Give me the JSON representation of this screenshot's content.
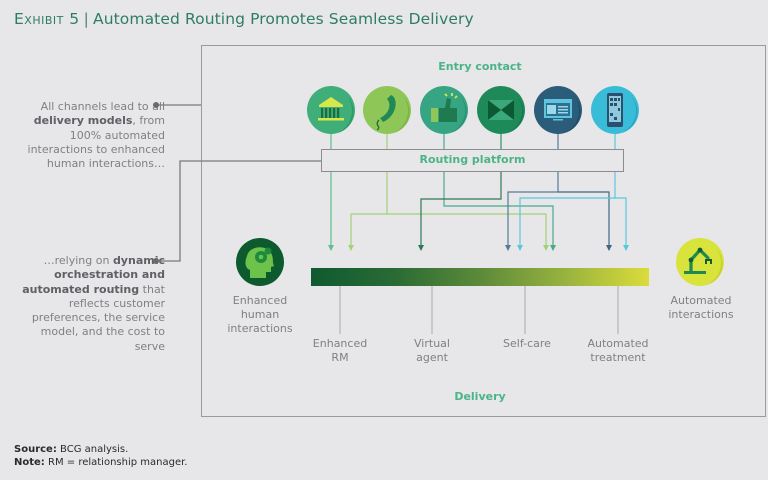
{
  "title": {
    "exhibit": "Exhibit 5",
    "separator": "|",
    "text": "Automated Routing Promotes Seamless Delivery"
  },
  "side_notes": [
    {
      "pre": "All channels lead to all ",
      "bold": "delivery models",
      "post": ", from 100% automated interactions to enhanced human interactions…"
    },
    {
      "pre": "…relying on ",
      "bold": "dynamic orchestration and automated routing",
      "post": " that reflects customer preferences, the service model, and the cost to serve"
    }
  ],
  "diagram": {
    "entry_label": "Entry contact",
    "routing_label": "Routing platform",
    "delivery_label": "Delivery",
    "channels": [
      {
        "icon": "bank-icon",
        "color": "#3fae78",
        "routes_to": [
          "Enhanced RM"
        ]
      },
      {
        "icon": "phone-icon",
        "color": "#8ec757",
        "routes_to": [
          "Enhanced RM",
          "Self-care"
        ]
      },
      {
        "icon": "thumbs-up-icon",
        "color": "#37a583",
        "routes_to": [
          "Self-care"
        ]
      },
      {
        "icon": "envelope-icon",
        "color": "#1e8a5a",
        "routes_to": [
          "Virtual agent"
        ]
      },
      {
        "icon": "laptop-icon",
        "color": "#2b5c7a",
        "routes_to": [
          "Self-care",
          "Automated treatment"
        ]
      },
      {
        "icon": "mobile-phone-icon",
        "color": "#38bcd8",
        "routes_to": [
          "Self-care",
          "Automated treatment"
        ]
      }
    ],
    "spectrum_left": {
      "icon": "human-head-gear-icon",
      "label": "Enhanced human interactions"
    },
    "spectrum_right": {
      "icon": "robot-arm-icon",
      "label": "Automated interactions"
    },
    "delivery_models": [
      "Enhanced RM",
      "Virtual agent",
      "Self-care",
      "Automated treatment"
    ],
    "gradient_colors": [
      "#0f5a30",
      "#dbdc3a"
    ]
  },
  "footer": {
    "source_label": "Source:",
    "source_text": "BCG analysis.",
    "note_label": "Note:",
    "note_text": "RM = relationship manager."
  }
}
